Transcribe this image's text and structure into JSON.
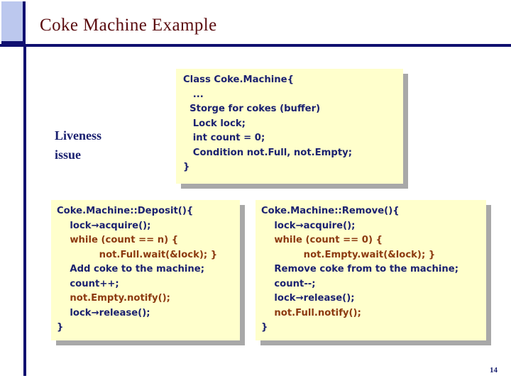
{
  "slide": {
    "title": "Coke Machine Example",
    "page_number": "14",
    "accent_navy": "#101070",
    "title_color": "#5b0d10",
    "box_fill": "#ffffcc",
    "box_shadow": "#a8a8a8",
    "code_navy": "#1b2170",
    "code_red": "#8c3a10",
    "swatch_fill": "#bcc8ee"
  },
  "annotation": {
    "liveness_line1": "Liveness",
    "liveness_line2": "issue"
  },
  "class_box": {
    "lines": [
      {
        "text": "Class Coke.Machine{",
        "color": "navy"
      },
      {
        "text": "   ...",
        "color": "navy"
      },
      {
        "text": "  Storge for cokes (buffer)",
        "color": "navy"
      },
      {
        "text": "   Lock lock;",
        "color": "navy"
      },
      {
        "text": "   int count = 0;",
        "color": "navy"
      },
      {
        "text": "   Condition not.Full, not.Empty;",
        "color": "navy"
      },
      {
        "text": "}",
        "color": "navy"
      }
    ]
  },
  "deposit_box": {
    "lines": [
      {
        "text": "Coke.Machine::Deposit(){",
        "color": "navy"
      },
      {
        "text": "    lock→acquire();",
        "color": "navy"
      },
      {
        "text": "    while (count == n) {",
        "color": "red"
      },
      {
        "text": "             not.Full.wait(&lock); }",
        "color": "red"
      },
      {
        "text": "    Add coke to the machine;",
        "color": "navy"
      },
      {
        "text": "    count++;",
        "color": "navy"
      },
      {
        "text": "    not.Empty.notify();",
        "color": "red"
      },
      {
        "text": "    lock→release();",
        "color": "navy"
      },
      {
        "text": "}",
        "color": "navy"
      }
    ]
  },
  "remove_box": {
    "lines": [
      {
        "text": "Coke.Machine::Remove(){",
        "color": "navy"
      },
      {
        "text": "    lock→acquire();",
        "color": "navy"
      },
      {
        "text": "    while (count == 0) {",
        "color": "red"
      },
      {
        "text": "             not.Empty.wait(&lock); }",
        "color": "red"
      },
      {
        "text": "    Remove coke from to the machine;",
        "color": "navy"
      },
      {
        "text": "    count--;",
        "color": "navy"
      },
      {
        "text": "    lock→release();",
        "color": "navy"
      },
      {
        "text": "    not.Full.notify();",
        "color": "red"
      },
      {
        "text": "}",
        "color": "navy"
      }
    ]
  }
}
